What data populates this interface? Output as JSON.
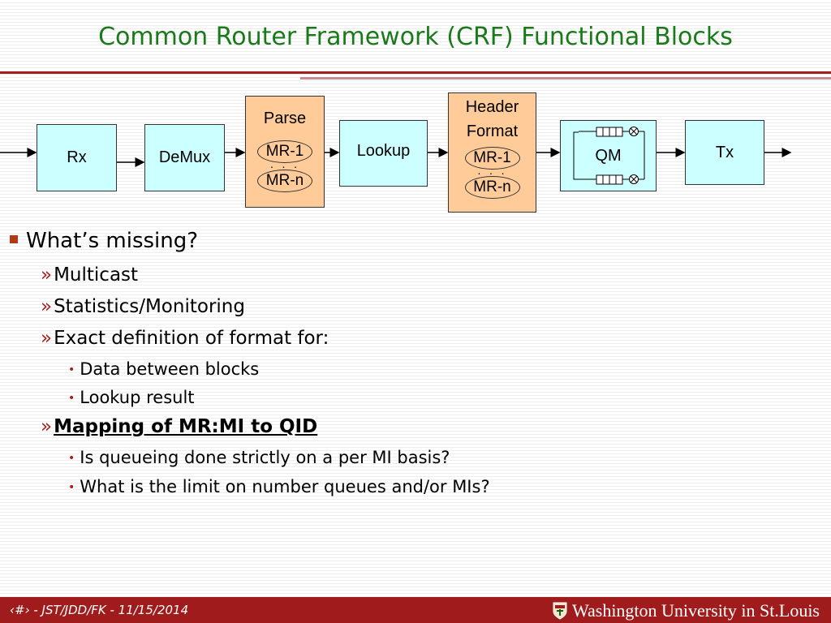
{
  "title": "Common Router Framework (CRF) Functional Blocks",
  "diagram": {
    "rx": "Rx",
    "demux": "DeMux",
    "parse": {
      "label": "Parse",
      "mr1": "MR-1",
      "dots": "· · ·",
      "mrn": "MR-n"
    },
    "lookup": "Lookup",
    "header_format": {
      "line1": "Header",
      "line2": "Format",
      "mr1": "MR-1",
      "dots": "· · ·",
      "mrn": "MR-n"
    },
    "qm": "QM",
    "tx": "Tx"
  },
  "bullets": {
    "b1": "What’s missing?",
    "b1_1": "Multicast",
    "b1_2": "Statistics/Monitoring",
    "b1_3": "Exact definition of format for:",
    "b1_3_1": "Data between blocks",
    "b1_3_2": "Lookup result",
    "b1_4": "Mapping of MR:MI to QID",
    "b1_4_1": "Is queueing done strictly on a per MI basis?",
    "b1_4_2": "What is the limit on number queues and/or MIs?",
    "sub_marker": "»",
    "dot_marker": "•"
  },
  "footer": {
    "text": "‹#› - JST/JDD/FK - 11/15/2014",
    "logo": "Washington University in St.Louis"
  },
  "colors": {
    "title": "#1a7a1a",
    "rule": "#a02020",
    "footer_bg": "#a01c1c",
    "box_blue": "#ccffff",
    "box_orange": "#ffcc99"
  }
}
